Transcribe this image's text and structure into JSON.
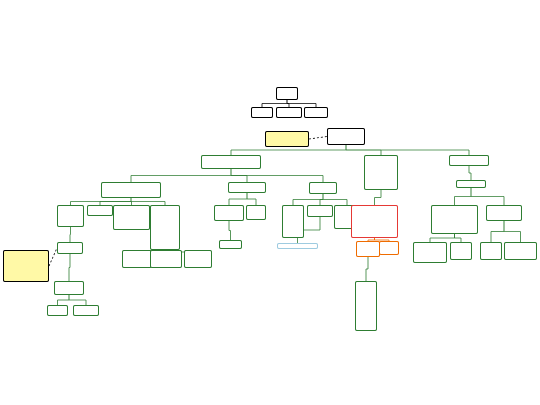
{
  "diagram": {
    "type": "tree",
    "edge_color": "#2e7d32",
    "highlight_colors": {
      "red": "#e53935",
      "orange": "#ef6c00",
      "note": "#fff9a6"
    },
    "nodes": [
      {
        "id": "root",
        "text": "",
        "variant": "black"
      },
      {
        "id": "r1",
        "text": "",
        "variant": "black"
      },
      {
        "id": "r2",
        "text": "",
        "variant": "black"
      },
      {
        "id": "r3",
        "text": "",
        "variant": "black"
      },
      {
        "id": "note1",
        "text": "",
        "variant": "note"
      },
      {
        "id": "hub",
        "text": "",
        "variant": "black"
      },
      {
        "id": "b1",
        "text": "",
        "variant": "green"
      },
      {
        "id": "b2",
        "text": "",
        "variant": "green"
      },
      {
        "id": "b3",
        "text": "",
        "variant": "green"
      },
      {
        "id": "b1a",
        "text": "",
        "variant": "green"
      },
      {
        "id": "b1b",
        "text": "",
        "variant": "green"
      },
      {
        "id": "b1c",
        "text": "",
        "variant": "green"
      },
      {
        "id": "b3a",
        "text": "",
        "variant": "green"
      },
      {
        "id": "l1",
        "text": "",
        "variant": "green"
      },
      {
        "id": "l2",
        "text": "",
        "variant": "green"
      },
      {
        "id": "l3",
        "text": "",
        "variant": "green"
      },
      {
        "id": "l4",
        "text": "",
        "variant": "green"
      },
      {
        "id": "l4a",
        "text": "",
        "variant": "green"
      },
      {
        "id": "l4b",
        "text": "",
        "variant": "green"
      },
      {
        "id": "l4c",
        "text": "",
        "variant": "green"
      },
      {
        "id": "l1a",
        "text": "",
        "variant": "green"
      },
      {
        "id": "l1b",
        "text": "",
        "variant": "green"
      },
      {
        "id": "l1c",
        "text": "",
        "variant": "green"
      },
      {
        "id": "l1d",
        "text": "",
        "variant": "green"
      },
      {
        "id": "note2",
        "text": "",
        "variant": "note"
      },
      {
        "id": "m1",
        "text": "",
        "variant": "green"
      },
      {
        "id": "m2",
        "text": "",
        "variant": "green"
      },
      {
        "id": "m1a",
        "text": "",
        "variant": "green"
      },
      {
        "id": "n1",
        "text": "",
        "variant": "green"
      },
      {
        "id": "n2",
        "text": "",
        "variant": "green"
      },
      {
        "id": "n3",
        "text": "",
        "variant": "green"
      },
      {
        "id": "n2a",
        "text": "",
        "variant": "blue"
      },
      {
        "id": "red1",
        "text": "",
        "variant": "red"
      },
      {
        "id": "o1",
        "text": "",
        "variant": "orange"
      },
      {
        "id": "o2",
        "text": "",
        "variant": "orange"
      },
      {
        "id": "o1a",
        "text": "",
        "variant": "green"
      },
      {
        "id": "p1",
        "text": "",
        "variant": "green"
      },
      {
        "id": "p2",
        "text": "",
        "variant": "green"
      },
      {
        "id": "p1a",
        "text": "",
        "variant": "green"
      },
      {
        "id": "p1b",
        "text": "",
        "variant": "green"
      },
      {
        "id": "p2a",
        "text": "",
        "variant": "green"
      },
      {
        "id": "p2b",
        "text": "",
        "variant": "green"
      }
    ],
    "edges": [
      [
        "root",
        "r1"
      ],
      [
        "root",
        "r2"
      ],
      [
        "root",
        "r3"
      ],
      [
        "hub",
        "b1"
      ],
      [
        "hub",
        "b2"
      ],
      [
        "hub",
        "b3"
      ],
      [
        "b1",
        "b1a"
      ],
      [
        "b1",
        "b1b"
      ],
      [
        "b1",
        "b1c"
      ],
      [
        "b3",
        "b3a"
      ],
      [
        "b1a",
        "l1"
      ],
      [
        "b1a",
        "l2"
      ],
      [
        "b1a",
        "l3"
      ],
      [
        "b1a",
        "l4"
      ],
      [
        "l4",
        "l4a"
      ],
      [
        "l4",
        "l4b"
      ],
      [
        "l4",
        "l4c"
      ],
      [
        "l1",
        "l1a"
      ],
      [
        "l1a",
        "l1b"
      ],
      [
        "l1b",
        "l1c"
      ],
      [
        "l1b",
        "l1d"
      ],
      [
        "b1b",
        "m1"
      ],
      [
        "b1b",
        "m2"
      ],
      [
        "m1",
        "m1a"
      ],
      [
        "b1c",
        "n1"
      ],
      [
        "b1c",
        "n2"
      ],
      [
        "b1c",
        "n3"
      ],
      [
        "n2",
        "n2a"
      ],
      [
        "b2",
        "red1"
      ],
      [
        "red1",
        "o1"
      ],
      [
        "red1",
        "o2"
      ],
      [
        "o1",
        "o1a"
      ],
      [
        "b3a",
        "p1"
      ],
      [
        "b3a",
        "p2"
      ],
      [
        "p1",
        "p1a"
      ],
      [
        "p1",
        "p1b"
      ],
      [
        "p2",
        "p2a"
      ],
      [
        "p2",
        "p2b"
      ]
    ],
    "dashed_edges": [
      [
        "note1",
        "hub"
      ],
      [
        "note2",
        "l1a"
      ]
    ]
  }
}
